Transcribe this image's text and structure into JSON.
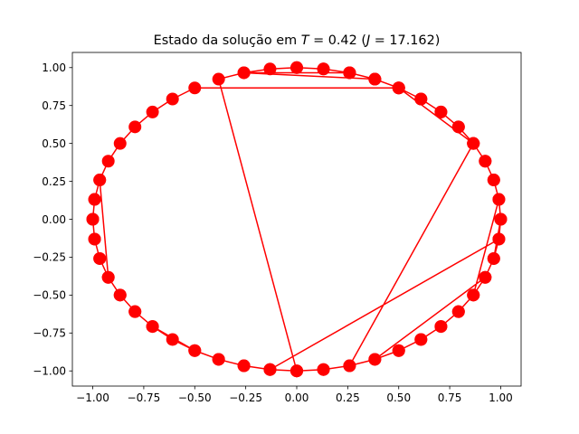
{
  "chart_data": {
    "type": "line",
    "title": {
      "prefix": "Estado da solução em ",
      "T_symbol": "T",
      "T_eq": " = 0.42 (",
      "J_symbol": "J",
      "J_eq": " = 17.162)"
    },
    "xlabel": "",
    "ylabel": "",
    "xlim": [
      -1.1,
      1.1
    ],
    "ylim": [
      -1.1,
      1.1
    ],
    "xticks": [
      -1.0,
      -0.75,
      -0.5,
      -0.25,
      0.0,
      0.25,
      0.5,
      0.75,
      1.0
    ],
    "xtick_labels": [
      "−1.00",
      "−0.75",
      "−0.50",
      "−0.25",
      "0.00",
      "0.25",
      "0.50",
      "0.75",
      "1.00"
    ],
    "yticks": [
      1.0,
      0.75,
      0.5,
      0.25,
      0.0,
      -0.25,
      -0.5,
      -0.75,
      -1.0
    ],
    "ytick_labels": [
      "1.00",
      "0.75",
      "0.50",
      "0.25",
      "0.00",
      "−0.25",
      "−0.50",
      "−0.75",
      "−1.00"
    ],
    "grid": false,
    "line_color": "#ff0000",
    "marker_color": "#ff0000",
    "marker": "circle",
    "tour": [
      {
        "x": 0.0,
        "y": 1.0
      },
      {
        "x": 0.131,
        "y": 0.991
      },
      {
        "x": 0.259,
        "y": 0.966
      },
      {
        "x": 0.383,
        "y": 0.924
      },
      {
        "x": -0.259,
        "y": 0.966
      },
      {
        "x": -0.131,
        "y": 0.991
      },
      {
        "x": 0.0,
        "y": 1.0
      },
      {
        "x": 0.131,
        "y": 0.991
      },
      {
        "x": 0.259,
        "y": 0.966
      },
      {
        "x": 0.383,
        "y": 0.924
      },
      {
        "x": 0.5,
        "y": 0.866
      },
      {
        "x": 0.609,
        "y": 0.793
      },
      {
        "x": 0.707,
        "y": 0.707
      },
      {
        "x": 0.793,
        "y": 0.609
      },
      {
        "x": 0.866,
        "y": 0.5
      },
      {
        "x": 0.924,
        "y": 0.383
      },
      {
        "x": 0.966,
        "y": 0.259
      },
      {
        "x": 0.991,
        "y": 0.131
      },
      {
        "x": 0.866,
        "y": -0.5
      },
      {
        "x": 0.793,
        "y": -0.609
      },
      {
        "x": 0.707,
        "y": -0.707
      },
      {
        "x": 0.609,
        "y": -0.793
      },
      {
        "x": 0.5,
        "y": -0.866
      },
      {
        "x": 0.383,
        "y": -0.924
      },
      {
        "x": 0.924,
        "y": -0.383
      },
      {
        "x": 0.966,
        "y": -0.259
      },
      {
        "x": 1.0,
        "y": 0.0
      },
      {
        "x": 0.991,
        "y": -0.131
      },
      {
        "x": -0.131,
        "y": -0.991
      },
      {
        "x": 0.0,
        "y": -1.0
      },
      {
        "x": 0.131,
        "y": -0.991
      },
      {
        "x": 0.259,
        "y": -0.966
      },
      {
        "x": 0.866,
        "y": 0.5
      },
      {
        "x": 0.5,
        "y": 0.866
      },
      {
        "x": 0.383,
        "y": 0.924
      },
      {
        "x": 0.259,
        "y": 0.966
      },
      {
        "x": -0.259,
        "y": 0.966
      },
      {
        "x": -0.383,
        "y": 0.924
      },
      {
        "x": 0.0,
        "y": -1.0
      },
      {
        "x": -0.131,
        "y": -0.991
      },
      {
        "x": -0.259,
        "y": -0.966
      },
      {
        "x": -0.383,
        "y": -0.924
      },
      {
        "x": -0.5,
        "y": -0.866
      },
      {
        "x": -0.609,
        "y": -0.793
      },
      {
        "x": -0.707,
        "y": -0.707
      },
      {
        "x": -0.793,
        "y": -0.609
      },
      {
        "x": -0.866,
        "y": -0.5
      },
      {
        "x": -0.924,
        "y": -0.383
      },
      {
        "x": -0.966,
        "y": 0.259
      },
      {
        "x": -0.991,
        "y": 0.131
      },
      {
        "x": -1.0,
        "y": 0.0
      },
      {
        "x": -0.991,
        "y": -0.131
      },
      {
        "x": -0.966,
        "y": -0.259
      },
      {
        "x": -0.924,
        "y": -0.383
      },
      {
        "x": -0.866,
        "y": -0.5
      },
      {
        "x": -0.793,
        "y": -0.609
      },
      {
        "x": -0.707,
        "y": -0.707
      },
      {
        "x": -0.5,
        "y": -0.866
      },
      {
        "x": -0.383,
        "y": -0.924
      },
      {
        "x": -0.259,
        "y": -0.966
      },
      {
        "x": -0.131,
        "y": -0.991
      },
      {
        "x": 0.0,
        "y": -1.0
      },
      {
        "x": 0.131,
        "y": -0.991
      },
      {
        "x": 0.259,
        "y": -0.966
      },
      {
        "x": 0.383,
        "y": -0.924
      },
      {
        "x": 0.5,
        "y": -0.866
      },
      {
        "x": 0.609,
        "y": -0.793
      },
      {
        "x": 0.707,
        "y": -0.707
      },
      {
        "x": 0.793,
        "y": -0.609
      },
      {
        "x": 0.866,
        "y": -0.5
      },
      {
        "x": 0.924,
        "y": -0.383
      },
      {
        "x": 0.966,
        "y": -0.259
      },
      {
        "x": 0.991,
        "y": -0.131
      },
      {
        "x": 1.0,
        "y": 0.0
      },
      {
        "x": 0.991,
        "y": 0.131
      },
      {
        "x": 0.966,
        "y": 0.259
      },
      {
        "x": 0.924,
        "y": 0.383
      },
      {
        "x": 0.866,
        "y": 0.5
      },
      {
        "x": 0.793,
        "y": 0.609
      },
      {
        "x": 0.707,
        "y": 0.707
      },
      {
        "x": 0.609,
        "y": 0.793
      },
      {
        "x": 0.5,
        "y": 0.866
      },
      {
        "x": -0.5,
        "y": 0.866
      },
      {
        "x": -0.609,
        "y": 0.793
      },
      {
        "x": -0.707,
        "y": 0.707
      },
      {
        "x": -0.793,
        "y": 0.609
      },
      {
        "x": -0.866,
        "y": 0.5
      },
      {
        "x": -0.924,
        "y": 0.383
      },
      {
        "x": -0.966,
        "y": 0.259
      },
      {
        "x": -0.991,
        "y": 0.131
      },
      {
        "x": -1.0,
        "y": 0.0
      },
      {
        "x": -0.991,
        "y": -0.131
      },
      {
        "x": -0.966,
        "y": -0.259
      }
    ]
  }
}
